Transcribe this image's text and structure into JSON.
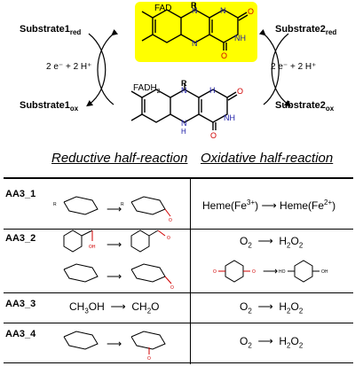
{
  "scheme": {
    "fad_label": "FAD",
    "fadh2_label": "FADH",
    "fadh2_sub": "2",
    "r_label": "R",
    "atom_n": "N",
    "atom_nh": "NH",
    "atom_h": "H",
    "atom_o": "O",
    "substrate1": "Substrate1",
    "substrate2": "Substrate2",
    "red_sub": "red",
    "ox_sub": "ox",
    "electron_eq": "2 e⁻ + 2 H⁺"
  },
  "headers": {
    "reductive": "Reductive half-reaction",
    "oxidative": "Oxidative half-reaction"
  },
  "rows": [
    {
      "id": "AA3_1",
      "ox_left": "Heme(Fe",
      "ox_left_sup": "3+",
      "ox_right": "Heme(Fe",
      "ox_right_sup": "2+"
    },
    {
      "id": "AA3_2",
      "o2": "O",
      "o2_sub": "2",
      "h2o2": "H",
      "h2o2_sub1": "2",
      "h2o2_o": "O",
      "h2o2_sub2": "2"
    },
    {
      "id": "AA3_3",
      "red_left": "CH",
      "red_left_sub": "3",
      "red_left_rest": "OH",
      "red_right": "CH",
      "red_right_sub": "2",
      "red_right_rest": "O"
    },
    {
      "id": "AA3_4"
    }
  ],
  "arrow": "⟶",
  "colors": {
    "fad_box": "#ffff00",
    "hetero": "#1a1aa6",
    "oxo": "#d00000"
  }
}
